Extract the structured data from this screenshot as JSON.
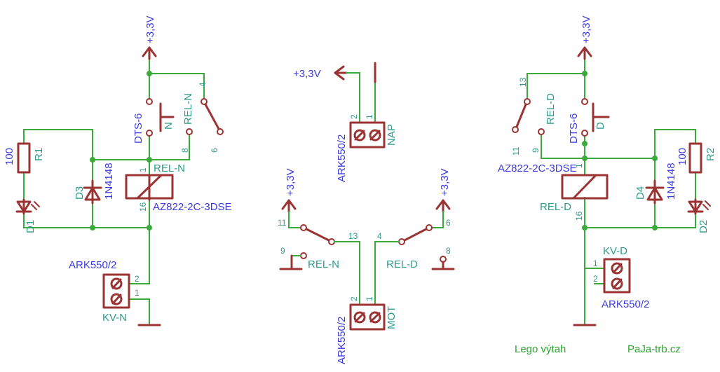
{
  "colors": {
    "wire": "#3aaa3a",
    "symbol": "#9b3333",
    "name_label": "#3a3ae0",
    "value_label": "#2e9a8a",
    "footer": "#2aa52a",
    "background": "#ffffff"
  },
  "left": {
    "supply": "+3,3V",
    "switch_name": "DTS-6",
    "switch_value": "N",
    "relay_contact_value": "REL-N",
    "contact_pins": {
      "common": "4",
      "nc": "8",
      "no": "6"
    },
    "coil_value": "REL-N",
    "coil_pin_top": "1",
    "coil_pin_bottom": "16",
    "relay_name": "AZ822-2C-3DSE",
    "resistor_value": "100",
    "resistor_name": "R1",
    "diode_name": "D3",
    "diode_value": "1N4148",
    "led_name": "D1",
    "connector_name": "ARK550/2",
    "connector_value": "KV-N",
    "connector_pins": {
      "a": "2",
      "b": "1"
    }
  },
  "middle": {
    "power_supply": "+3,3V",
    "nap_name": "ARK550/2",
    "nap_value": "NAP",
    "nap_pins": {
      "a": "2",
      "b": "1"
    },
    "supply_left": "+3,3V",
    "supply_right": "+3,3V",
    "reln_label": "REL-N",
    "reld_label": "REL-D",
    "pins_left": {
      "no": "11",
      "nc": "9",
      "common": "13"
    },
    "pins_right": {
      "common": "4",
      "no": "6",
      "nc": "8"
    },
    "mot_name": "ARK550/2",
    "mot_value": "MOT",
    "mot_pins": {
      "a": "2",
      "b": "1"
    }
  },
  "right": {
    "supply": "+3,3V",
    "switch_name": "DTS-6",
    "switch_value": "D",
    "relay_contact_value": "REL-D",
    "contact_pins": {
      "common": "13",
      "nc": "11",
      "no": "9"
    },
    "relay_name": "AZ822-2C-3DSE",
    "coil_value": "REL-D",
    "coil_pin_top": "1",
    "coil_pin_bottom": "16",
    "resistor_value": "100",
    "resistor_name": "R2",
    "diode_name": "D4",
    "diode_value": "1N4148",
    "led_name": "D2",
    "connector_value": "KV-D",
    "connector_name": "ARK550/2",
    "connector_pins": {
      "a": "1",
      "b": "2"
    }
  },
  "footer": {
    "title": "Lego výtah",
    "author": "PaJa-trb.cz"
  }
}
